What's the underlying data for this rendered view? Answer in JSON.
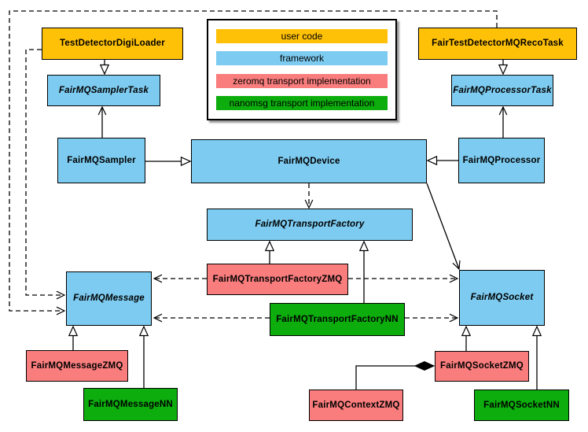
{
  "legend": {
    "items": [
      {
        "id": "user-code",
        "label": "user code",
        "color": "#FFC107"
      },
      {
        "id": "framework",
        "label": "framework",
        "color": "#7DCBF0"
      },
      {
        "id": "zeromq",
        "label": "zeromq transport implementation",
        "color": "#F97D7D"
      },
      {
        "id": "nanomsg",
        "label": "nanomsg transport implementation",
        "color": "#0CAD0C"
      }
    ]
  },
  "colors": {
    "user_code": "#FFC107",
    "framework": "#7DCBF0",
    "zeromq": "#F97D7D",
    "nanomsg": "#0CAD0C",
    "line": "#000000",
    "legend_shadow": "#999999"
  },
  "nodes": {
    "digi_loader": {
      "label": "TestDetectorDigiLoader",
      "category": "user code",
      "abstract": false
    },
    "reco_task": {
      "label": "FairTestDetectorMQRecoTask",
      "category": "user code",
      "abstract": false
    },
    "sampler_task": {
      "label": "FairMQSamplerTask",
      "category": "framework",
      "abstract": true
    },
    "processor_task": {
      "label": "FairMQProcessorTask",
      "category": "framework",
      "abstract": true
    },
    "sampler": {
      "label": "FairMQSampler",
      "category": "framework",
      "abstract": false
    },
    "device": {
      "label": "FairMQDevice",
      "category": "framework",
      "abstract": false
    },
    "processor": {
      "label": "FairMQProcessor",
      "category": "framework",
      "abstract": false
    },
    "transport_factory": {
      "label": "FairMQTransportFactory",
      "category": "framework",
      "abstract": true
    },
    "factory_zmq": {
      "label": "FairMQTransportFactoryZMQ",
      "category": "zeromq",
      "abstract": false
    },
    "factory_nn": {
      "label": "FairMQTransportFactoryNN",
      "category": "nanomsg",
      "abstract": false
    },
    "message": {
      "label": "FairMQMessage",
      "category": "framework",
      "abstract": true
    },
    "socket": {
      "label": "FairMQSocket",
      "category": "framework",
      "abstract": true
    },
    "message_zmq": {
      "label": "FairMQMessageZMQ",
      "category": "zeromq",
      "abstract": false
    },
    "message_nn": {
      "label": "FairMQMessageNN",
      "category": "nanomsg",
      "abstract": false
    },
    "context_zmq": {
      "label": "FairMQContextZMQ",
      "category": "zeromq",
      "abstract": false
    },
    "socket_zmq": {
      "label": "FairMQSocketZMQ",
      "category": "zeromq",
      "abstract": false
    },
    "socket_nn": {
      "label": "FairMQSocketNN",
      "category": "nanomsg",
      "abstract": false
    }
  },
  "edges": [
    {
      "from": "TestDetectorDigiLoader",
      "to": "FairMQSamplerTask",
      "type": "inheritance",
      "style": "solid"
    },
    {
      "from": "FairTestDetectorMQRecoTask",
      "to": "FairMQProcessorTask",
      "type": "inheritance",
      "style": "solid"
    },
    {
      "from": "FairMQSampler",
      "to": "FairMQSamplerTask",
      "type": "association",
      "style": "solid"
    },
    {
      "from": "FairMQProcessor",
      "to": "FairMQProcessorTask",
      "type": "association",
      "style": "solid"
    },
    {
      "from": "FairMQSampler",
      "to": "FairMQDevice",
      "type": "inheritance",
      "style": "solid"
    },
    {
      "from": "FairMQProcessor",
      "to": "FairMQDevice",
      "type": "inheritance",
      "style": "solid"
    },
    {
      "from": "FairMQDevice",
      "to": "FairMQTransportFactory",
      "type": "dependency",
      "style": "dashed"
    },
    {
      "from": "FairMQDevice",
      "to": "FairMQSocket",
      "type": "association",
      "style": "solid"
    },
    {
      "from": "FairMQTransportFactoryZMQ",
      "to": "FairMQTransportFactory",
      "type": "inheritance",
      "style": "solid"
    },
    {
      "from": "FairMQTransportFactoryNN",
      "to": "FairMQTransportFactory",
      "type": "inheritance",
      "style": "solid"
    },
    {
      "from": "FairMQTransportFactoryZMQ",
      "to": "FairMQMessage",
      "type": "dependency",
      "style": "dashed"
    },
    {
      "from": "FairMQTransportFactoryZMQ",
      "to": "FairMQSocket",
      "type": "dependency",
      "style": "dashed"
    },
    {
      "from": "FairMQTransportFactoryNN",
      "to": "FairMQMessage",
      "type": "dependency",
      "style": "dashed"
    },
    {
      "from": "FairMQTransportFactoryNN",
      "to": "FairMQSocket",
      "type": "dependency",
      "style": "dashed"
    },
    {
      "from": "TestDetectorDigiLoader",
      "to": "FairMQMessage",
      "type": "dependency",
      "style": "dashed"
    },
    {
      "from": "FairTestDetectorMQRecoTask",
      "to": "FairMQMessage",
      "type": "dependency",
      "style": "dashed"
    },
    {
      "from": "FairMQMessageZMQ",
      "to": "FairMQMessage",
      "type": "inheritance",
      "style": "solid"
    },
    {
      "from": "FairMQMessageNN",
      "to": "FairMQMessage",
      "type": "inheritance",
      "style": "solid"
    },
    {
      "from": "FairMQSocketZMQ",
      "to": "FairMQSocket",
      "type": "inheritance",
      "style": "solid"
    },
    {
      "from": "FairMQSocketNN",
      "to": "FairMQSocket",
      "type": "inheritance",
      "style": "solid"
    },
    {
      "from": "FairMQContextZMQ",
      "to": "FairMQSocketZMQ",
      "type": "composition",
      "style": "solid"
    }
  ]
}
